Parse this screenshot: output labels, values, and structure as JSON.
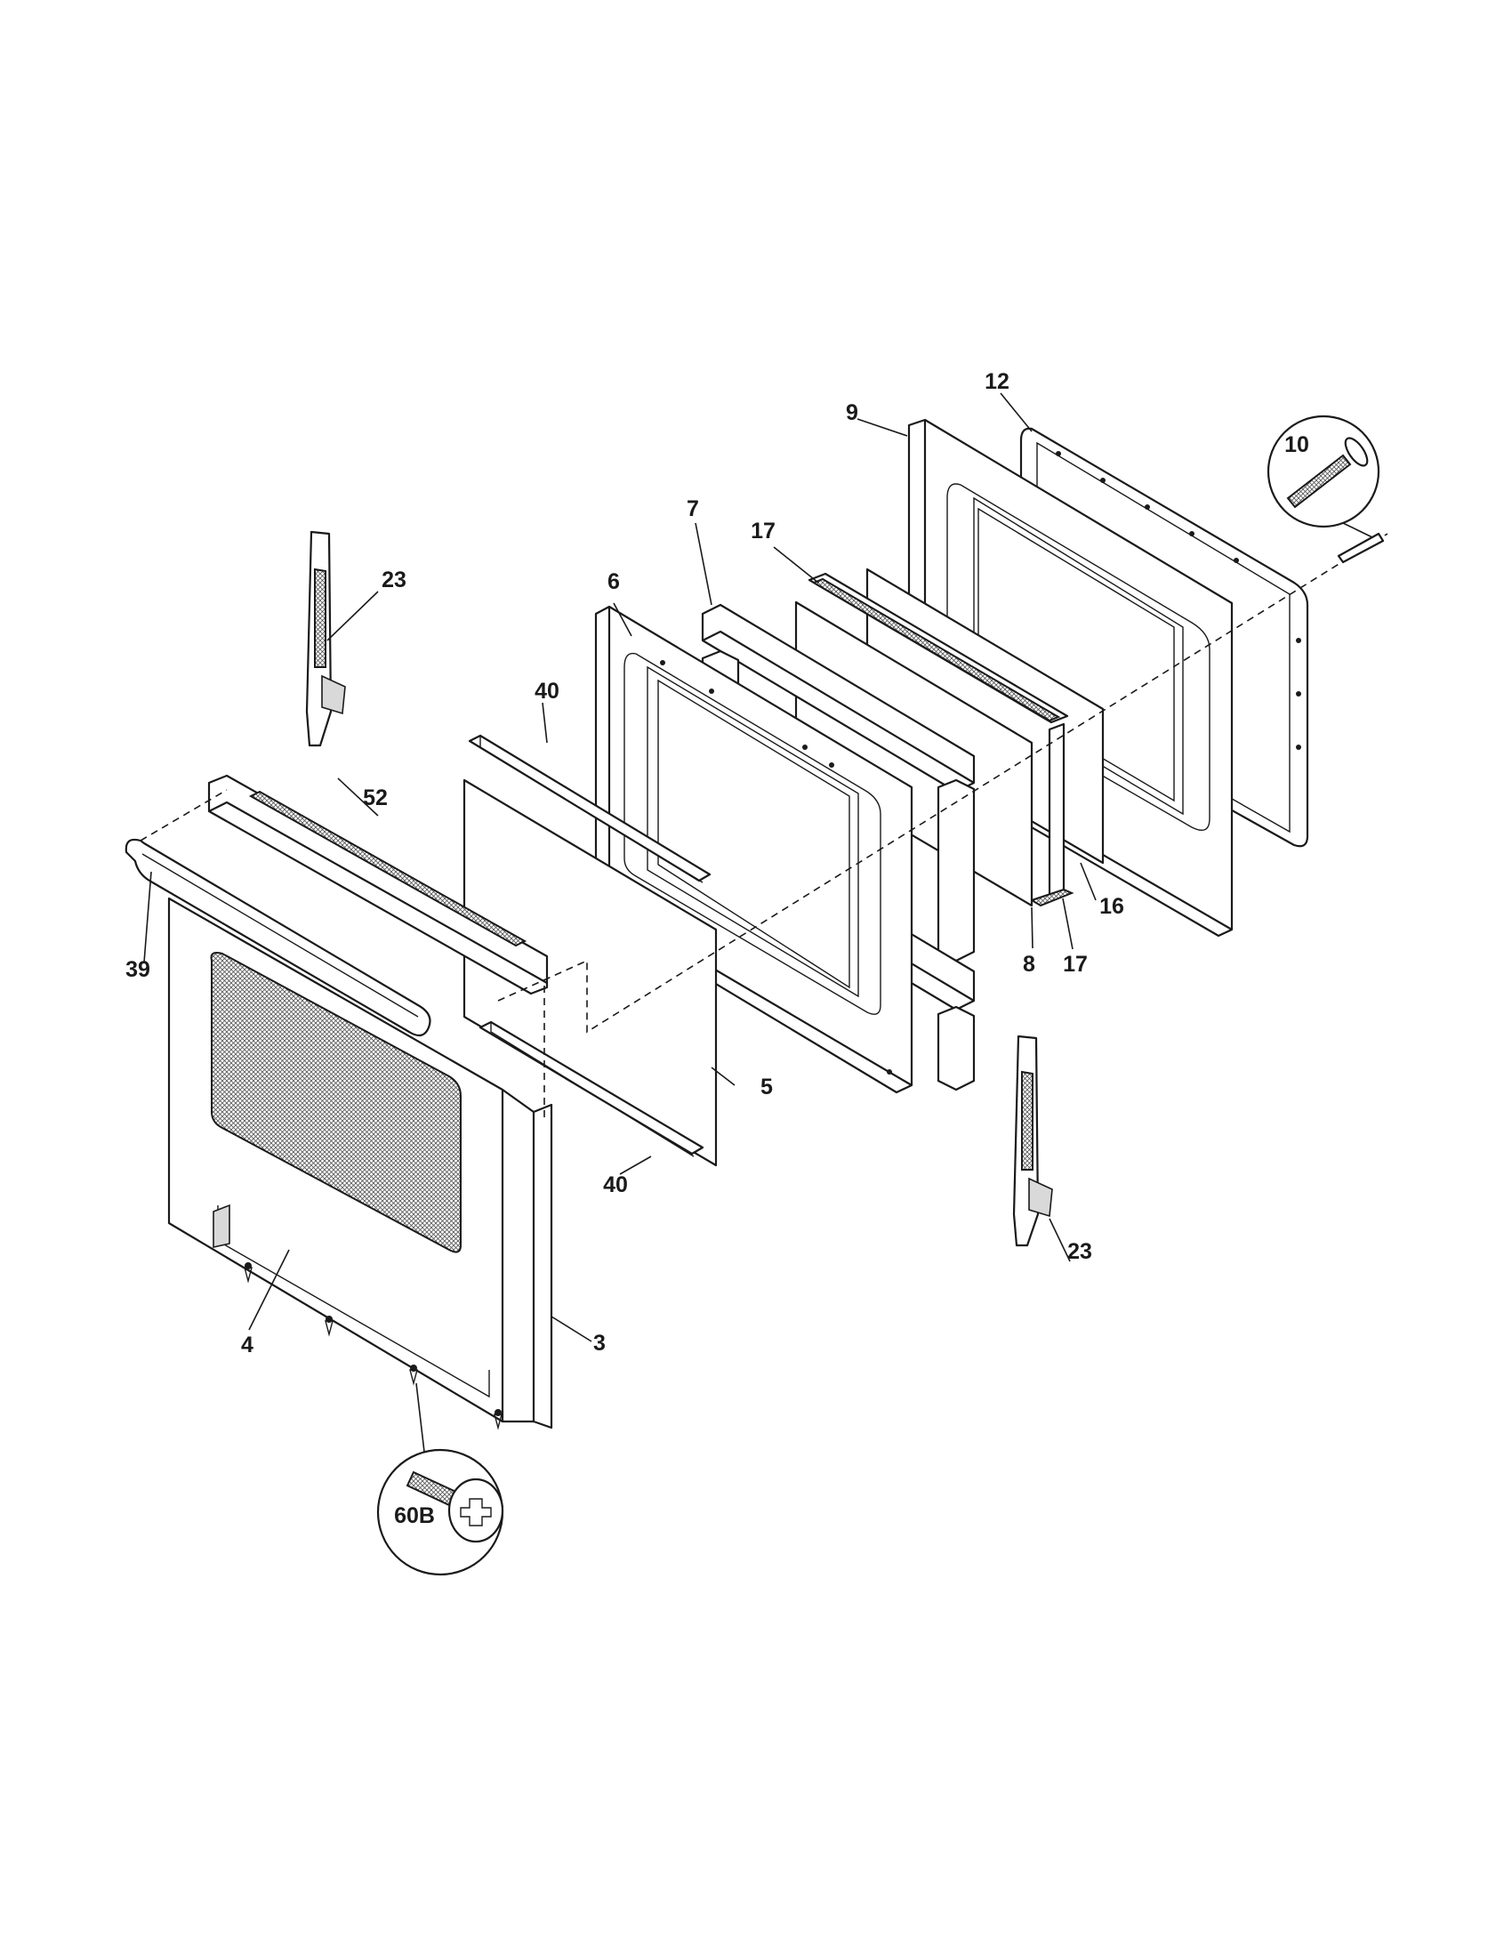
{
  "labels": {
    "p3": "3",
    "p4": "4",
    "p5": "5",
    "p6": "6",
    "p7": "7",
    "p8": "8",
    "p9": "9",
    "p10": "10",
    "p12": "12",
    "p16": "16",
    "p17a": "17",
    "p17b": "17",
    "p23a": "23",
    "p23b": "23",
    "p39": "39",
    "p40a": "40",
    "p40b": "40",
    "p52": "52",
    "p60b": "60B"
  }
}
